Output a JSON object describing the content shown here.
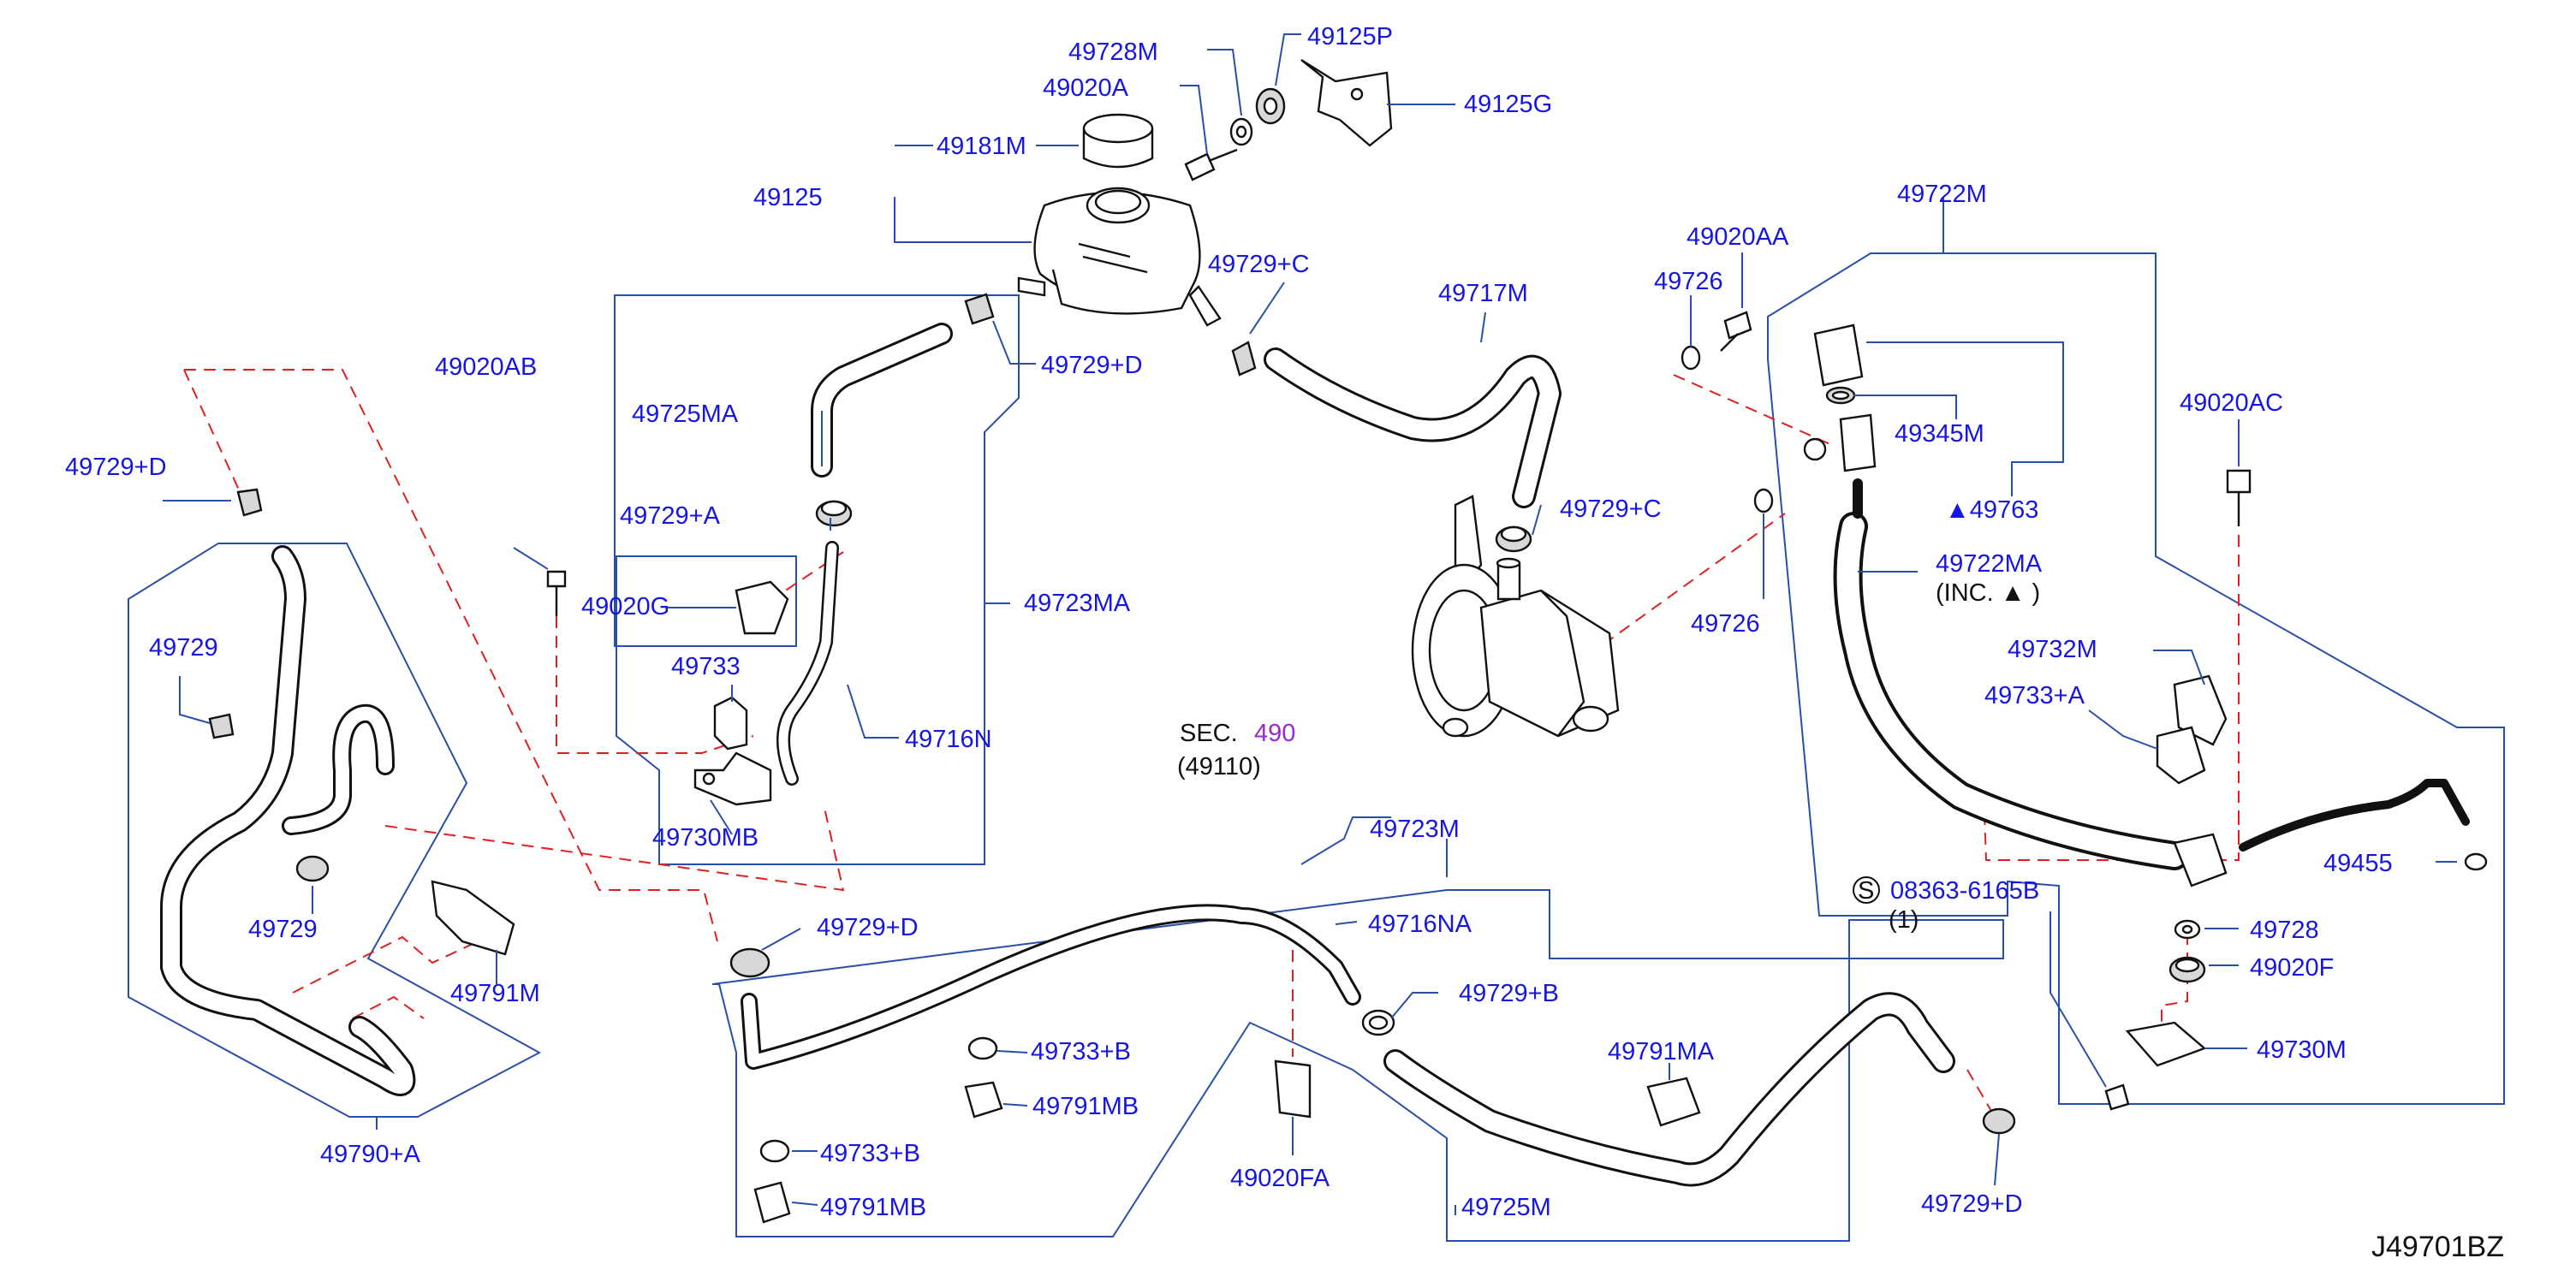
{
  "diagram_code": "J49701BZ",
  "labels": {
    "l49728M": "49728M",
    "l49125P": "49125P",
    "l49020A": "49020A",
    "l49125G": "49125G",
    "l49181M": "49181M",
    "l49125": "49125",
    "l49729C_top": "49729+C",
    "l49717M": "49717M",
    "l49729D_res": "49729+D",
    "l49020AB": "49020AB",
    "l49725MA": "49725MA",
    "l49729D_left": "49729+D",
    "l49729A": "49729+A",
    "l49020G": "49020G",
    "l49723MA": "49723MA",
    "l49729C_pump": "49729+C",
    "l49733": "49733",
    "l49716N": "49716N",
    "l49729_a": "49729",
    "l49729_b": "49729",
    "l49730MB": "49730MB",
    "sec_prefix": "SEC.",
    "sec_number": "490",
    "sec_sub": "(49110)",
    "l49723M": "49723M",
    "l49729D_mid": "49729+D",
    "l49716NA": "49716NA",
    "l49791M": "49791M",
    "l49729B": "49729+B",
    "l49733B_a": "49733+B",
    "l49791MB_a": "49791MB",
    "l49733B_b": "49733+B",
    "l49791MB_b": "49791MB",
    "l49020FA": "49020FA",
    "l49790A": "49790+A",
    "l49725M": "49725M",
    "l49791MA": "49791MA",
    "l49729D_bot": "49729+D",
    "l49722M": "49722M",
    "l49020AA": "49020AA",
    "l49726_top": "49726",
    "l49345M": "49345M",
    "l49763": "▲49763",
    "l49020AC": "49020AC",
    "l49726_mid": "49726",
    "l49722MA": "49722MA",
    "inc_note": "(INC.   ▲   )",
    "l49732M": "49732M",
    "l49733A": "49733+A",
    "l49455": "49455",
    "screw_symbol": "S",
    "screw_code": "08363-6165B",
    "screw_qty": "(1)",
    "l49728": "49728",
    "l49020F": "49020F",
    "l49730M": "49730M"
  },
  "colors": {
    "callout_text": "#1616e0",
    "section_ref": "#9a28d4",
    "leader_lines": "#2a4fa8",
    "dashed_assembly_lines": "#e02020",
    "part_outline": "#111111"
  }
}
